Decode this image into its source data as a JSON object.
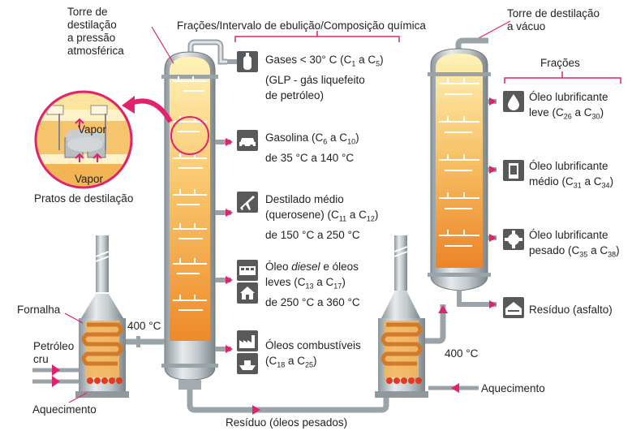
{
  "atm_tower": {
    "title": [
      "Torre de",
      "destilação",
      "a pressão",
      "atmosférica"
    ]
  },
  "header": {
    "title": "Frações/Intervalo de ebulição/Composição química"
  },
  "vac_tower": {
    "title": [
      "Torre de destilação",
      "a vácuo"
    ],
    "fractions_header": "Frações"
  },
  "zoom": {
    "vapor_top": "Vapor",
    "vapor_bottom": "Vapor",
    "caption": "Pratos de destilação"
  },
  "furnace": {
    "label": "Fornalha",
    "input": [
      "Petróleo",
      "cru"
    ],
    "heating": "Aquecimento"
  },
  "temps": {
    "left": "400 °C",
    "right": "400 °C"
  },
  "right_heating": "Aquecimento",
  "residue_bottom": "Resíduo (óleos pesados)",
  "fractions": [
    {
      "icon": "gas-cylinder-icon",
      "lines": [
        "Gases < 30° C (C<sub>1</sub> a C<sub>5</sub>)",
        "(GLP - gás liquefeito",
        "de petróleo)"
      ]
    },
    {
      "icon": "car-icon",
      "lines": [
        "Gasolina (C<sub>6</sub> a C<sub>10</sub>)",
        "de 35 °C a 140 °C"
      ]
    },
    {
      "icon": "airplane-icon",
      "lines": [
        "Destilado médio",
        "(querosene) (C<sub>11</sub> a C<sub>12</sub>)",
        "de 150 °C a 250 °C"
      ]
    },
    {
      "icon": "bus-house-icon",
      "lines": [
        "Óleo <i>diesel</i> e óleos",
        "leves (C<sub>13</sub> a C<sub>17</sub>)",
        "de 250 °C a 360 °C"
      ]
    },
    {
      "icon": "factory-ship-icon",
      "lines": [
        "Óleos combustíveis",
        "(C<sub>18</sub> a C<sub>25</sub>)"
      ]
    }
  ],
  "vac_fractions": [
    {
      "icon": "drop-icon",
      "lines": [
        "Óleo lubrificante",
        "leve (C<sub>26</sub> a C<sub>30</sub>)"
      ]
    },
    {
      "icon": "can-icon",
      "lines": [
        "Óleo lubrificante",
        "médio (C<sub>31</sub> a C<sub>34</sub>)"
      ]
    },
    {
      "icon": "gear-icon",
      "lines": [
        "Óleo lubrificante",
        "pesado (C<sub>35</sub> a C<sub>38</sub>)"
      ]
    },
    {
      "icon": "roof-icon",
      "lines": [
        "Resíduo (asfalto)"
      ]
    }
  ]
}
